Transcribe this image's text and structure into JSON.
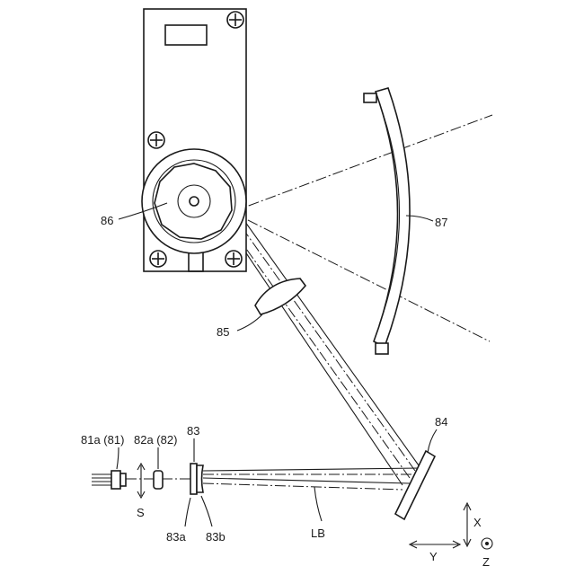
{
  "labels": {
    "l86": "86",
    "l87": "87",
    "l85": "85",
    "l84": "84",
    "l81a": "81a (81)",
    "l82a": "82a (82)",
    "l83": "83",
    "l83a": "83a",
    "l83b": "83b",
    "lS": "S",
    "lLB": "LB",
    "lX": "X",
    "lY": "Y",
    "lZ": "Z"
  }
}
